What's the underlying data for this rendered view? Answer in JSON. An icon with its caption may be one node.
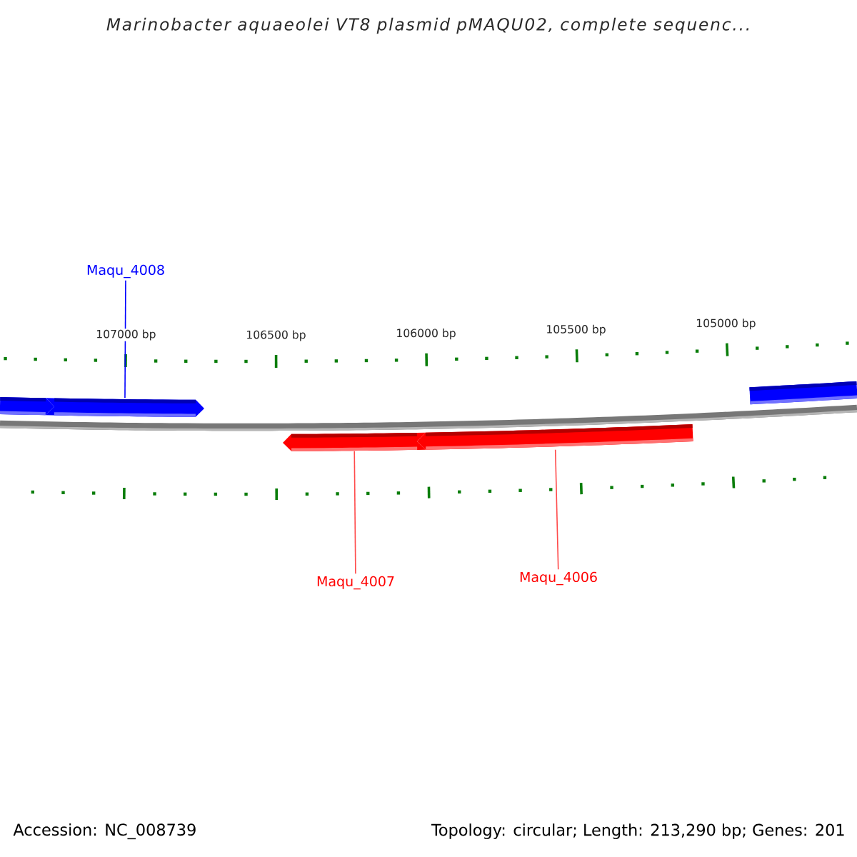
{
  "diagram": {
    "title": "Marinobacter aquaeolei VT8 plasmid pMAQU02, complete sequenc...",
    "nodes": [
      {
        "text": [
          "Maqu_4008"
        ]
      },
      {
        "text": [],
        "shape": "arrow"
      },
      {
        "text": [],
        "shape": "arrow"
      },
      {
        "text": [],
        "shape": "bar"
      },
      {
        "text": [],
        "shape": "arrow"
      },
      {
        "text": [],
        "shape": "arrow"
      },
      {
        "text": [
          "Maqu_4007"
        ]
      },
      {
        "text": [
          "Maqu_4006"
        ]
      }
    ],
    "edges": [
      {
        "from": 0,
        "to": 2,
        "arrow": "none",
        "color": "#0000ff"
      },
      {
        "from": 6,
        "to": 4,
        "arrow": "none"
      },
      {
        "from": 7,
        "to": 5,
        "arrow": "none"
      }
    ],
    "labels": [
      "107000 bp",
      "106500 bp",
      "106000 bp",
      "105500 bp",
      "105000 bp",
      "Accession: NC_008739",
      "Topology: circular; Length: 213,290 bp; Genes: 201"
    ]
  }
}
